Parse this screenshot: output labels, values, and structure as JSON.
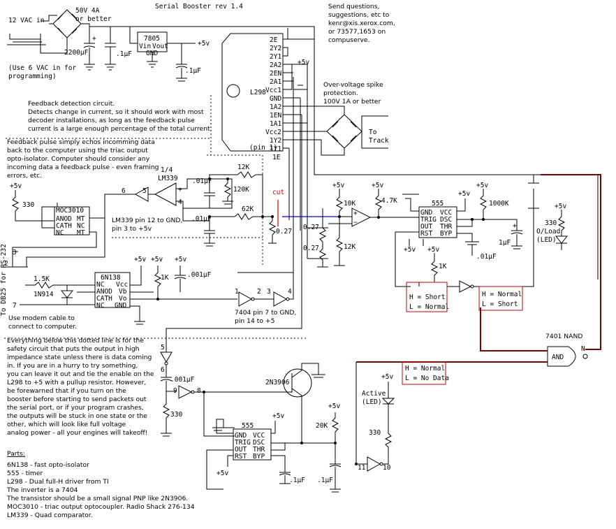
{
  "title": "Serial Booster rev 1.4",
  "contact": [
    "Send questions,",
    "suggestions, etc to",
    "kenr@xis.xerox.com,",
    "or 73577,1653 on",
    "compuserve."
  ],
  "power": {
    "input": "12 VAC in",
    "rectifier": [
      "50V 4A",
      "or better"
    ],
    "cap_big": "2200µF",
    "cap_small": ".1µF",
    "reg": "7805",
    "reg_pins": [
      "Vin",
      "Vout",
      "GND"
    ],
    "plus5": "+5v",
    "cap_out": ".1µF",
    "note": [
      "(Use 6 VAC in for",
      "programming)"
    ]
  },
  "l298": {
    "label": "L298",
    "pins": [
      "2E",
      "2Y2",
      "2Y1",
      "2A2",
      "2EN",
      "2A1",
      "Vcc1",
      "GND",
      "1A2",
      "1EN",
      "1A1",
      "Vcc2",
      "1Y2",
      "1Y1",
      "1E"
    ],
    "pin1": "(pin 1)",
    "vcc": "+5v"
  },
  "spike": [
    "Over-voltage spike",
    "protection.",
    "100V 1A or better"
  ],
  "track": [
    "To",
    "Track"
  ],
  "feedback_note": [
    "Feedback detection circuit.",
    "Detects change in current, so it should work with most",
    "decoder installations, as long as the feedback pulse",
    "current is a large enough percentage of the total current."
  ],
  "echo_note": [
    "Feedback pulse simply echos incomming data",
    "back to the computer using the triac output",
    "opto-isolator. Computer should consider any",
    "incoming data a feedback pulse - even framing",
    "errors, etc."
  ],
  "comparator": {
    "label": [
      "1/4",
      "LM339"
    ],
    "pin_in": "5",
    "pin_out": "6",
    "pin_minus": "4",
    "pin_plus": "+",
    "note": [
      "LM339 pin 12 to GND,",
      "pin 3 to +5v"
    ]
  },
  "parts_values": {
    "c_01a": ".01µF",
    "r_12k": "12K",
    "r_120k": "120K",
    "r_62k": "62K",
    "c_01b": ".01µF",
    "r_027a": "0.27",
    "r_027b": "0.27",
    "r_027c": "0.27",
    "cut": "cut",
    "r_10k": "10K",
    "r_12k_b": "12K",
    "r_47k": "4.7K",
    "r_1000k": "1000K",
    "r_330a": "330",
    "c_1uf": "1µF",
    "c_01c": ".01µF",
    "r_1ka": "1K",
    "r_1kb": "1K",
    "c_001a": ".001µF",
    "r_15k": "1.5K",
    "d_1n914": "1N914",
    "c_001b": ".001µF",
    "r_330b": "330",
    "r_20k": "20K",
    "c_1ub": ".1µF",
    "c_1uc": ".1µF",
    "r_330c": "330"
  },
  "moc": {
    "label": "MOC3010",
    "pins": [
      "ANOD",
      "CATH",
      "NC",
      "MT",
      "NC",
      "MT"
    ],
    "vcc": "+5v",
    "r": "330"
  },
  "timer555_a": {
    "label": "555",
    "pins_l": [
      "GND",
      "TRIG",
      "OUT",
      "RST"
    ],
    "pins_r": [
      "VCC",
      "DSC",
      "THR",
      "BYP"
    ],
    "vcc": "+5v"
  },
  "led_overload": [
    "O/Load",
    "(LED)"
  ],
  "opto6n138": {
    "label": "6N138",
    "pins_l": [
      "NC",
      "ANOD",
      "CATH",
      "NC"
    ],
    "pins_r": [
      "Vcc",
      "Vb",
      "Vo",
      "GND"
    ]
  },
  "db25": "To DB25 for RS-232",
  "db25_pins": [
    "2",
    "3",
    "7"
  ],
  "modem_note": [
    "Use modem cable to",
    "connect to computer."
  ],
  "inverter_note": [
    "7404 pin 7 to GND,",
    "pin 14 to +5"
  ],
  "inv_pins": [
    "1",
    "2",
    "3",
    "4"
  ],
  "state_a": [
    "H = Short",
    "L = Normal"
  ],
  "state_b": [
    "H = Normal",
    "L = Short"
  ],
  "nand": {
    "label": "7401 NAND",
    "sym": "AND",
    "n": "N"
  },
  "state_c": [
    "H = Normal",
    "L = No Data"
  ],
  "safety_note": [
    "Everything below this dotted line is for the",
    "safety  circuit that puts the output in high",
    "impedance state unless there is data coming",
    "in. If you are in a hurry to try something,",
    "you can leave it out and tie the enable on the",
    "L298 to +5 with a pullup resistor. However,",
    "be forewarned that if you turn on the",
    "booster before starting to send packets out",
    "the serial port, or if your program crashes,",
    "the outputs will be stuck in one state or the",
    "other, which will look like full voltage",
    "analog power - all your engines will takeoff!"
  ],
  "transistor": "2N3906",
  "timer555_b": {
    "label": "555",
    "pins_l": [
      "GND",
      "TRIG",
      "OUT",
      "RST"
    ],
    "pins_r": [
      "VCC",
      "DSC",
      "THR",
      "BYP"
    ],
    "vcc": "+5v"
  },
  "led_active": [
    "Active",
    "(LED)"
  ],
  "safety_pins": [
    "5",
    "6",
    "9",
    "8",
    "11",
    "10"
  ],
  "parts_title": "Parts:",
  "parts_list": [
    "6N138 - fast opto-isolator",
    "555 - timer",
    "L298 - Dual full-H driver from TI",
    "The inverter is a 7404",
    "The transistor should be a small signal PNP like 2N3906.",
    "MOC3010 - triac output optocoupler. Radio Shack 276-134",
    "LM339 - Quad comparator."
  ]
}
